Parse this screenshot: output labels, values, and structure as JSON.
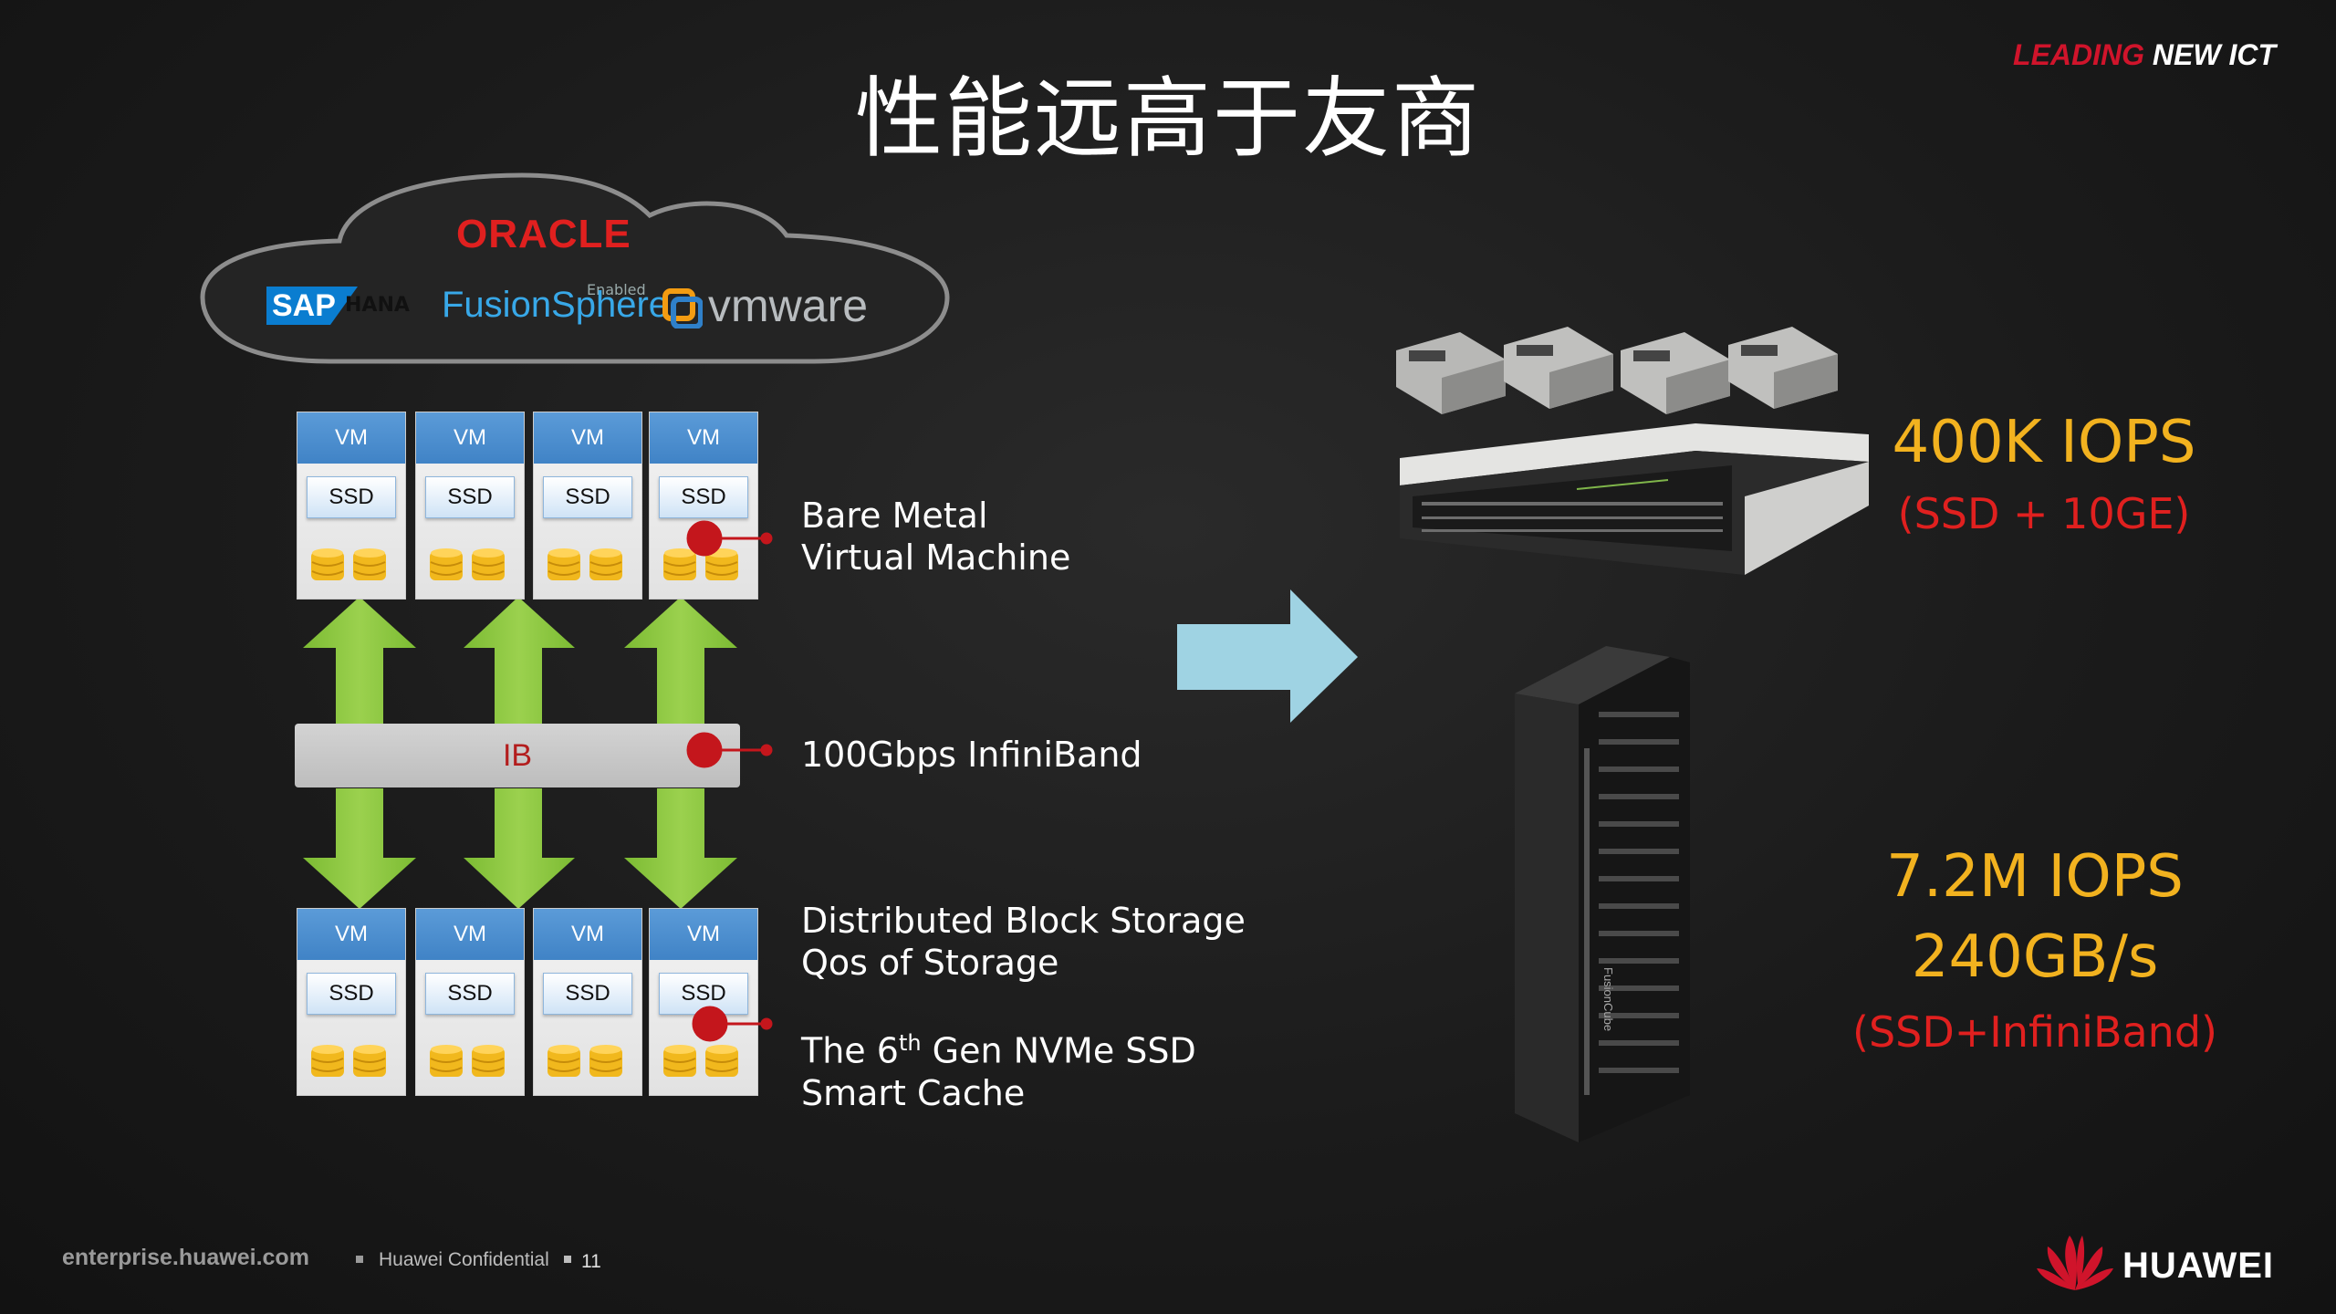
{
  "header": {
    "title": "性能远高于友商",
    "tagline_part1": "LEADING",
    "tagline_part2": "NEW ICT"
  },
  "cloud_logos": {
    "oracle": "ORACLE",
    "sap": "SAP",
    "hana": "HANA",
    "enabled": "Enabled",
    "fusionsphere": "FusionSphere",
    "vmware": "vmware"
  },
  "top_nodes": [
    {
      "vm": "VM",
      "ssd": "SSD"
    },
    {
      "vm": "VM",
      "ssd": "SSD"
    },
    {
      "vm": "VM",
      "ssd": "SSD"
    },
    {
      "vm": "VM",
      "ssd": "SSD"
    }
  ],
  "bottom_nodes": [
    {
      "vm": "VM",
      "ssd": "SSD"
    },
    {
      "vm": "VM",
      "ssd": "SSD"
    },
    {
      "vm": "VM",
      "ssd": "SSD"
    },
    {
      "vm": "VM",
      "ssd": "SSD"
    }
  ],
  "ib_label": "IB",
  "labels": {
    "bare_metal": "Bare Metal",
    "virtual_machine": "Virtual Machine",
    "infiniband": "100Gbps InfiniBand",
    "distributed": "Distributed Block Storage",
    "qos": "Qos of Storage",
    "gen_prefix": "The 6",
    "gen_sup": "th",
    "gen_suffix": " Gen NVMe  SSD",
    "smart_cache": "Smart Cache"
  },
  "rack_label": "FusionCube",
  "metrics": {
    "server_iops": "400K IOPS",
    "server_config": "(SSD + 10GE)",
    "rack_iops": "7.2M IOPS",
    "rack_bandwidth": "240GB/s",
    "rack_config": "(SSD+InfiniBand)"
  },
  "footer": {
    "site": "enterprise.huawei.com",
    "confidential": "Huawei Confidential",
    "page": "11",
    "brand": "HUAWEI"
  },
  "colors": {
    "accent_red": "#e0201f",
    "metric_yellow": "#f2b21f",
    "vm_blue": "#4a8bcc",
    "arrow_green": "#8bc53f",
    "arrow_cyan": "#9fd3e3"
  }
}
